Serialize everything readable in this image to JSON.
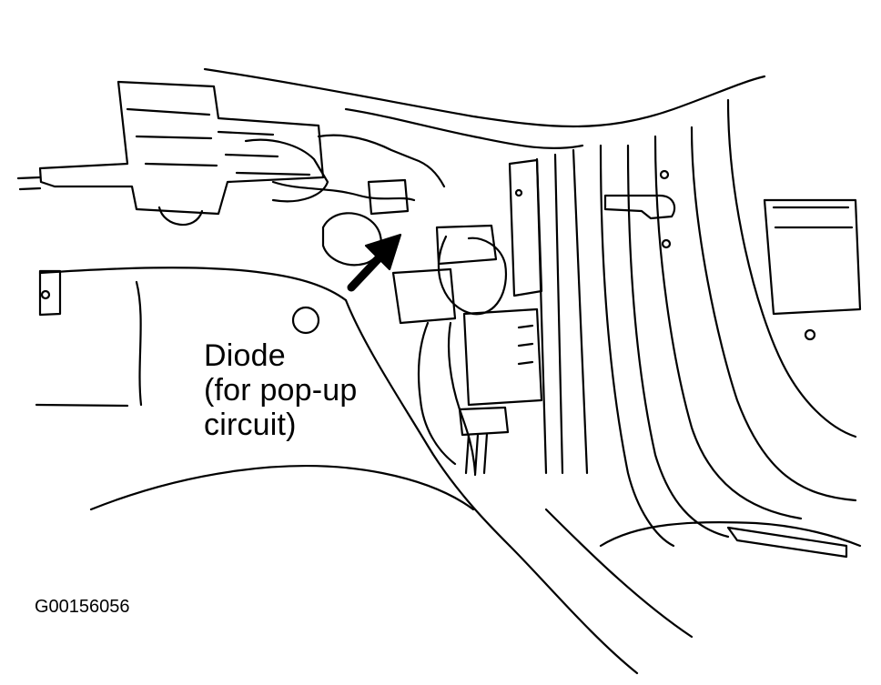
{
  "figure": {
    "callout": {
      "line1": "Diode",
      "line2": "(for pop-up",
      "line3": "circuit)"
    },
    "figure_id": "G00156056"
  },
  "colors": {
    "ink": "#000000",
    "paper": "#ffffff"
  }
}
